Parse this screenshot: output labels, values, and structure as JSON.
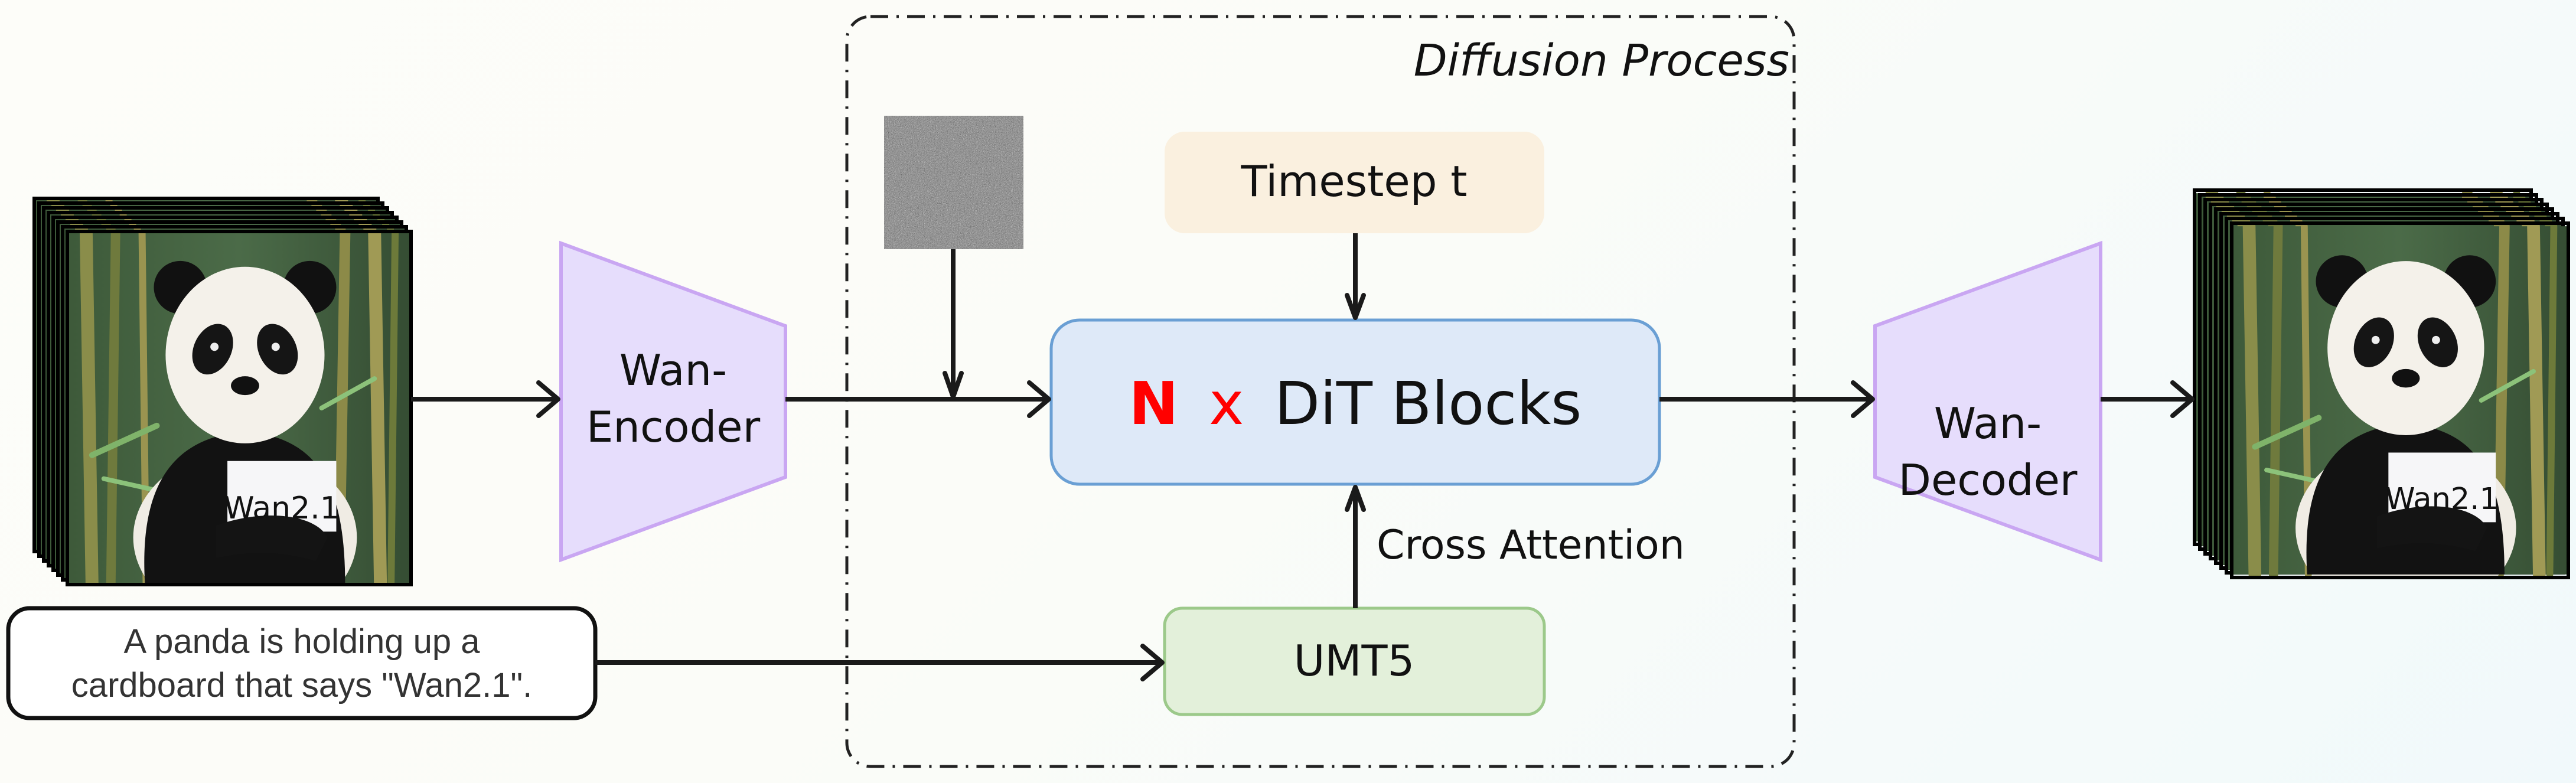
{
  "diffusion_process": {
    "label": "Diffusion Process"
  },
  "timestep": {
    "label": "Timestep t"
  },
  "dit_blocks": {
    "n": "N",
    "x": "x",
    "label": "DiT Blocks"
  },
  "cross_attention": {
    "label": "Cross Attention"
  },
  "umt5": {
    "label": "UMT5"
  },
  "encoder": {
    "line1": "Wan-",
    "line2": "Encoder"
  },
  "decoder": {
    "line1": "Wan-",
    "line2": "Decoder"
  },
  "prompt": {
    "line1": "A panda is holding up a",
    "line2": "cardboard that says \"Wan2.1\"."
  },
  "input_video": {
    "sign_text": "Wan2.1",
    "icon": "panda-video-frames"
  },
  "output_video": {
    "sign_text": "Wan2.1",
    "icon": "panda-video-frames"
  },
  "noise": {
    "icon": "gaussian-noise-image"
  },
  "colors": {
    "timestep_fill": "#faf0df",
    "dit_fill": "#dee9f8",
    "dit_stroke": "#6a9fd4",
    "umt5_fill": "#e3f0da",
    "umt5_stroke": "#9cc98a",
    "codec_fill": "#e6ddfc",
    "codec_stroke": "#c9a6f2",
    "n_red": "#ff0000"
  }
}
